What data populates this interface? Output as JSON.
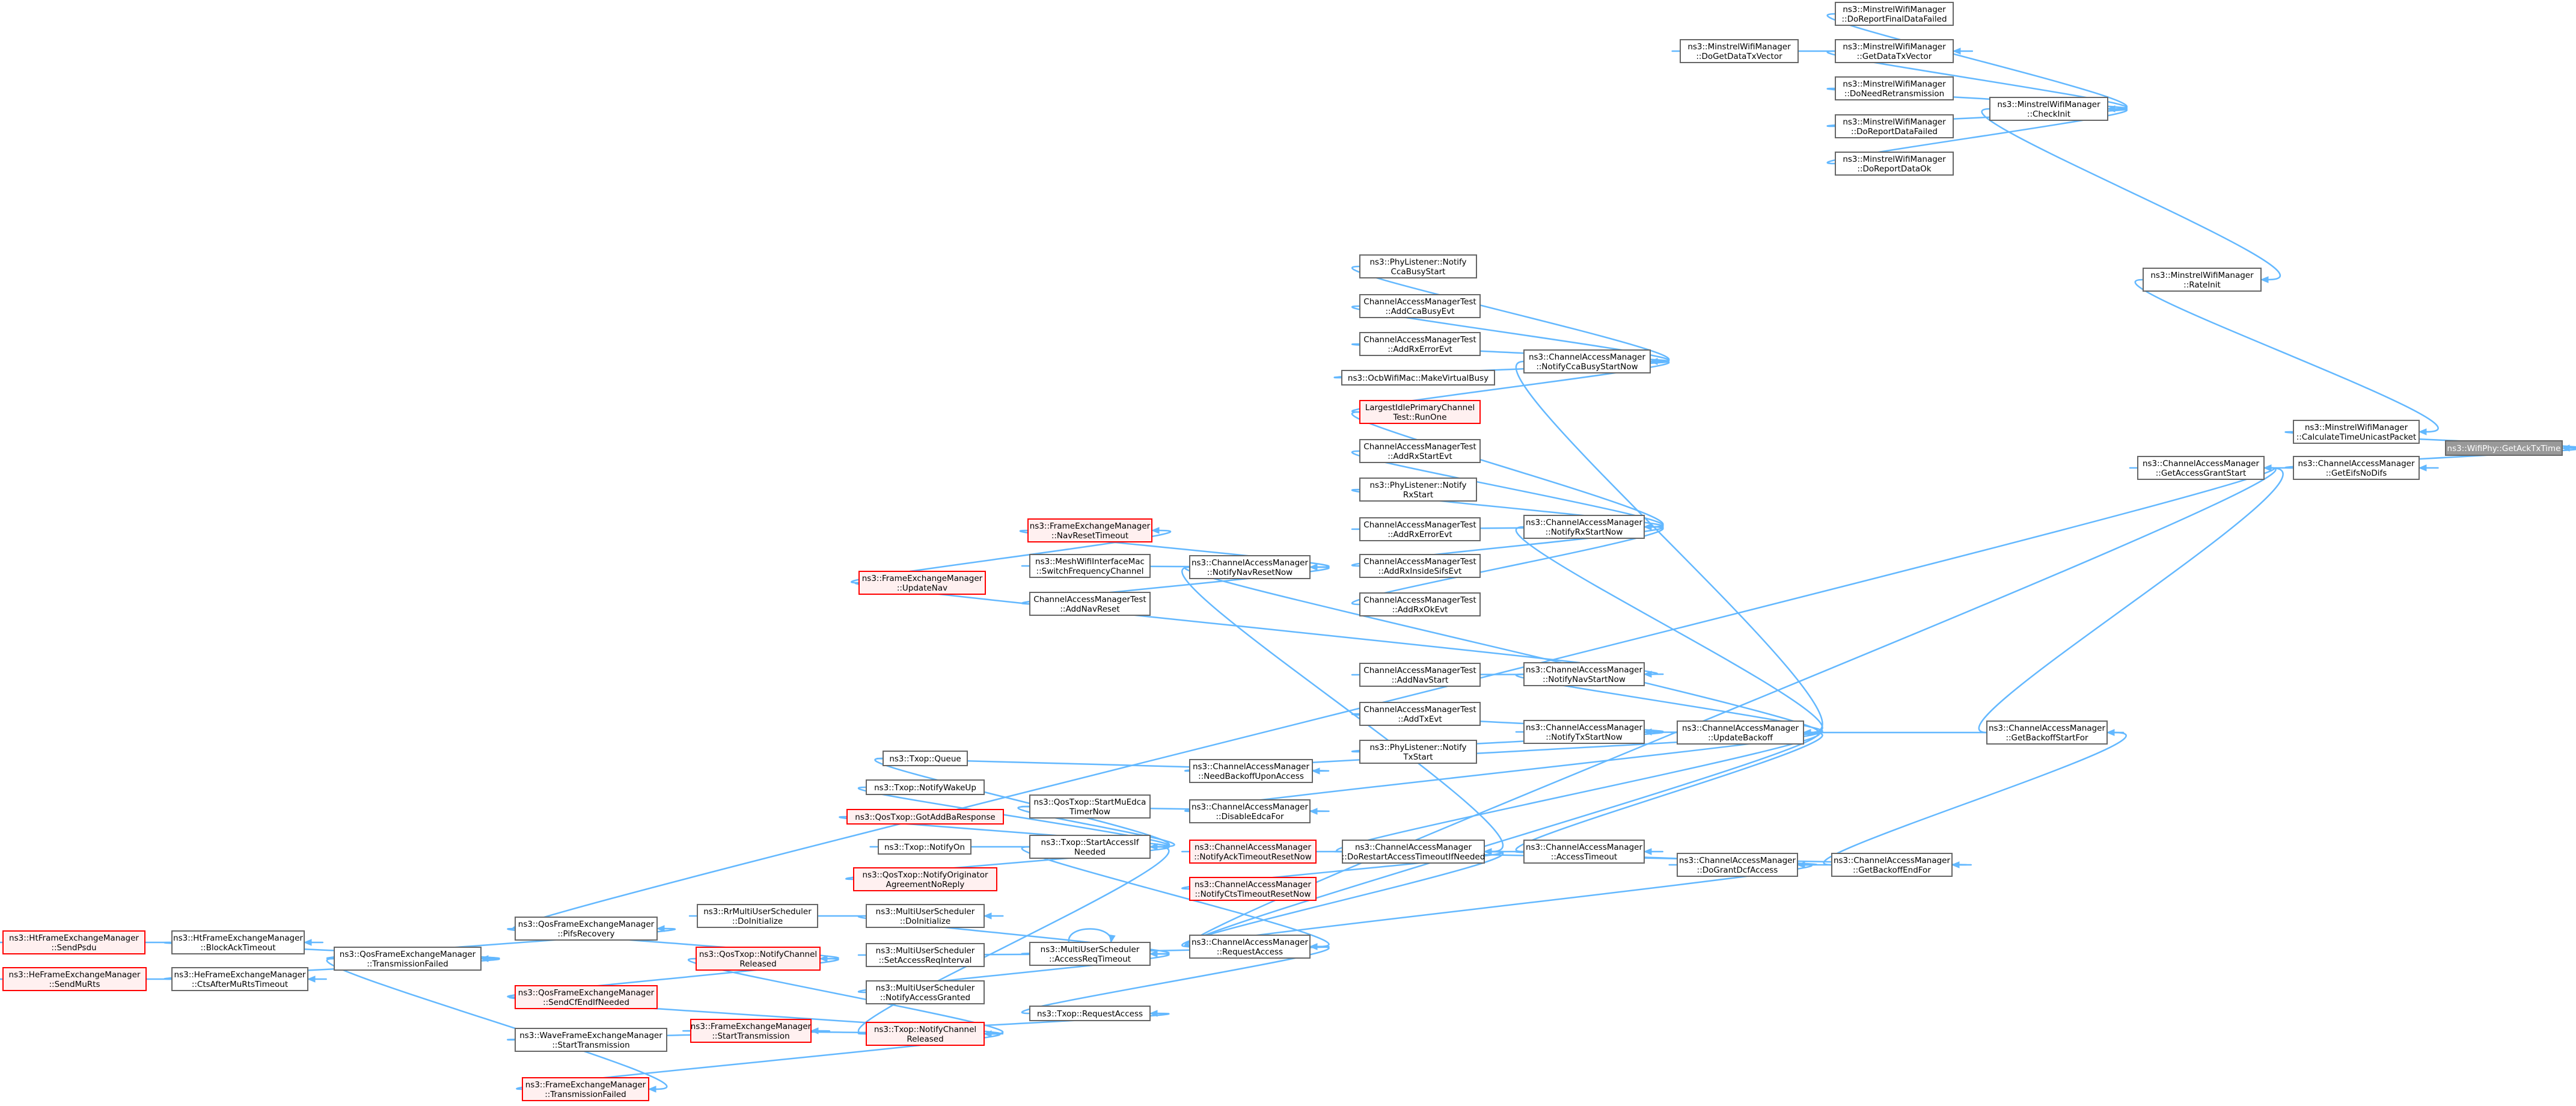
{
  "graph": {
    "title": "",
    "colors": {
      "edge": "#63b8ff",
      "node_border": "#666666",
      "red_border": "#ff0000",
      "red_fill": "#fff0f0",
      "focus_fill": "#999999"
    },
    "nodes": [
      {
        "id": "getacktxtime",
        "lines": [
          "ns3::WifiPhy::GetAckTxTime"
        ],
        "style": "focus"
      },
      {
        "id": "calctimeunicast",
        "lines": [
          "ns3::MinstrelWifiManager",
          "::CalculateTimeUnicastPacket"
        ],
        "style": "normal"
      },
      {
        "id": "geteifsnodifs",
        "lines": [
          "ns3::ChannelAccessManager",
          "::GetEifsNoDifs"
        ],
        "style": "normal"
      },
      {
        "id": "rateinit",
        "lines": [
          "ns3::MinstrelWifiManager",
          "::RateInit"
        ],
        "style": "normal"
      },
      {
        "id": "checkinit",
        "lines": [
          "ns3::MinstrelWifiManager",
          "::CheckInit"
        ],
        "style": "normal"
      },
      {
        "id": "doreportfinal",
        "lines": [
          "ns3::MinstrelWifiManager",
          "::DoReportFinalDataFailed"
        ],
        "style": "normal"
      },
      {
        "id": "getdatatxvec",
        "lines": [
          "ns3::MinstrelWifiManager",
          "::GetDataTxVector"
        ],
        "style": "normal"
      },
      {
        "id": "dogetdatatxvec",
        "lines": [
          "ns3::MinstrelWifiManager",
          "::DoGetDataTxVector"
        ],
        "style": "normal"
      },
      {
        "id": "doneedretx",
        "lines": [
          "ns3::MinstrelWifiManager",
          "::DoNeedRetransmission"
        ],
        "style": "normal"
      },
      {
        "id": "doreportdatafailed",
        "lines": [
          "ns3::MinstrelWifiManager",
          "::DoReportDataFailed"
        ],
        "style": "normal"
      },
      {
        "id": "doreportdataok",
        "lines": [
          "ns3::MinstrelWifiManager",
          "::DoReportDataOk"
        ],
        "style": "normal"
      },
      {
        "id": "getaccessgrantstart",
        "lines": [
          "ns3::ChannelAccessManager",
          "::GetAccessGrantStart"
        ],
        "style": "normal"
      },
      {
        "id": "getbackoffstartfor",
        "lines": [
          "ns3::ChannelAccessManager",
          "::GetBackoffStartFor"
        ],
        "style": "normal"
      },
      {
        "id": "getbackoffendfor",
        "lines": [
          "ns3::ChannelAccessManager",
          "::GetBackoffEndFor"
        ],
        "style": "normal"
      },
      {
        "id": "updatebackoff",
        "lines": [
          "ns3::ChannelAccessManager",
          "::UpdateBackoff"
        ],
        "style": "normal"
      },
      {
        "id": "dograntdcf",
        "lines": [
          "ns3::ChannelAccessManager",
          "::DoGrantDcfAccess"
        ],
        "style": "normal"
      },
      {
        "id": "accesstimeout",
        "lines": [
          "ns3::ChannelAccessManager",
          "::AccessTimeout"
        ],
        "style": "normal"
      },
      {
        "id": "dorestart",
        "lines": [
          "ns3::ChannelAccessManager",
          "::DoRestartAccessTimeoutIfNeeded"
        ],
        "style": "normal"
      },
      {
        "id": "requestaccess",
        "lines": [
          "ns3::ChannelAccessManager",
          "::RequestAccess"
        ],
        "style": "normal"
      },
      {
        "id": "notifyccabusy",
        "lines": [
          "ns3::ChannelAccessManager",
          "::NotifyCcaBusyStartNow"
        ],
        "style": "normal"
      },
      {
        "id": "notifyrxstart",
        "lines": [
          "ns3::ChannelAccessManager",
          "::NotifyRxStartNow"
        ],
        "style": "normal"
      },
      {
        "id": "notifynavstart",
        "lines": [
          "ns3::ChannelAccessManager",
          "::NotifyNavStartNow"
        ],
        "style": "normal"
      },
      {
        "id": "notifytxstart",
        "lines": [
          "ns3::ChannelAccessManager",
          "::NotifyTxStartNow"
        ],
        "style": "normal"
      },
      {
        "id": "needbackoff",
        "lines": [
          "ns3::ChannelAccessManager",
          "::NeedBackoffUponAccess"
        ],
        "style": "normal"
      },
      {
        "id": "disableedca",
        "lines": [
          "ns3::ChannelAccessManager",
          "::DisableEdcaFor"
        ],
        "style": "normal"
      },
      {
        "id": "notifynavreset",
        "lines": [
          "ns3::ChannelAccessManager",
          "::NotifyNavResetNow"
        ],
        "style": "normal"
      },
      {
        "id": "phyccabusy",
        "lines": [
          "ns3::PhyListener::Notify",
          "CcaBusyStart"
        ],
        "style": "normal"
      },
      {
        "id": "testaddccabusy",
        "lines": [
          "ChannelAccessManagerTest",
          "::AddCcaBusyEvt"
        ],
        "style": "normal"
      },
      {
        "id": "testaddrxerr1",
        "lines": [
          "ChannelAccessManagerTest",
          "::AddRxErrorEvt"
        ],
        "style": "normal"
      },
      {
        "id": "ocbmakevirtbusy",
        "lines": [
          "ns3::OcbWifiMac::MakeVirtualBusy"
        ],
        "style": "normal"
      },
      {
        "id": "largestidle",
        "lines": [
          "LargestIdlePrimaryChannel",
          "Test::RunOne"
        ],
        "style": "red"
      },
      {
        "id": "testaddrxstart",
        "lines": [
          "ChannelAccessManagerTest",
          "::AddRxStartEvt"
        ],
        "style": "normal"
      },
      {
        "id": "phyrxstart",
        "lines": [
          "ns3::PhyListener::Notify",
          "RxStart"
        ],
        "style": "normal"
      },
      {
        "id": "testaddrxerr2",
        "lines": [
          "ChannelAccessManagerTest",
          "::AddRxErrorEvt"
        ],
        "style": "normal"
      },
      {
        "id": "testaddrxinside",
        "lines": [
          "ChannelAccessManagerTest",
          "::AddRxInsideSifsEvt"
        ],
        "style": "normal"
      },
      {
        "id": "testaddrxok",
        "lines": [
          "ChannelAccessManagerTest",
          "::AddRxOkEvt"
        ],
        "style": "normal"
      },
      {
        "id": "testaddnavstart",
        "lines": [
          "ChannelAccessManagerTest",
          "::AddNavStart"
        ],
        "style": "normal"
      },
      {
        "id": "testaddtx",
        "lines": [
          "ChannelAccessManagerTest",
          "::AddTxEvt"
        ],
        "style": "normal"
      },
      {
        "id": "phytxstart",
        "lines": [
          "ns3::PhyListener::Notify",
          "TxStart"
        ],
        "style": "normal"
      },
      {
        "id": "femnavreset",
        "lines": [
          "ns3::FrameExchangeManager",
          "::NavResetTimeout"
        ],
        "style": "red"
      },
      {
        "id": "meshswitch",
        "lines": [
          "ns3::MeshWifiInterfaceMac",
          "::SwitchFrequencyChannel"
        ],
        "style": "normal"
      },
      {
        "id": "testaddnavreset",
        "lines": [
          "ChannelAccessManagerTest",
          "::AddNavReset"
        ],
        "style": "normal"
      },
      {
        "id": "femupdatenav",
        "lines": [
          "ns3::FrameExchangeManager",
          "::UpdateNav"
        ],
        "style": "red"
      },
      {
        "id": "notifyacktimeout",
        "lines": [
          "ns3::ChannelAccessManager",
          "::NotifyAckTimeoutResetNow"
        ],
        "style": "red"
      },
      {
        "id": "notifyctstimeout",
        "lines": [
          "ns3::ChannelAccessManager",
          "::NotifyCtsTimeoutResetNow"
        ],
        "style": "red"
      },
      {
        "id": "txopqueue",
        "lines": [
          "ns3::Txop::Queue"
        ],
        "style": "normal"
      },
      {
        "id": "txopnotifywake",
        "lines": [
          "ns3::Txop::NotifyWakeUp"
        ],
        "style": "normal"
      },
      {
        "id": "qosstartmuedca",
        "lines": [
          "ns3::QosTxop::StartMuEdca",
          "TimerNow"
        ],
        "style": "normal"
      },
      {
        "id": "qosgotaddba",
        "lines": [
          "ns3::QosTxop::GotAddBaResponse"
        ],
        "style": "red"
      },
      {
        "id": "txopnotifyon",
        "lines": [
          "ns3::Txop::NotifyOn"
        ],
        "style": "normal"
      },
      {
        "id": "txopstartaccess",
        "lines": [
          "ns3::Txop::StartAccessIf",
          "Needed"
        ],
        "style": "normal"
      },
      {
        "id": "qosnotifyorig",
        "lines": [
          "ns3::QosTxop::NotifyOriginator",
          "AgreementNoReply"
        ],
        "style": "red"
      },
      {
        "id": "rrmudoinit",
        "lines": [
          "ns3::RrMultiUserScheduler",
          "::DoInitialize"
        ],
        "style": "normal"
      },
      {
        "id": "mudoinit",
        "lines": [
          "ns3::MultiUserScheduler",
          "::DoInitialize"
        ],
        "style": "normal"
      },
      {
        "id": "musetaccessint",
        "lines": [
          "ns3::MultiUserScheduler",
          "::SetAccessReqInterval"
        ],
        "style": "normal"
      },
      {
        "id": "munotifygranted",
        "lines": [
          "ns3::MultiUserScheduler",
          "::NotifyAccessGranted"
        ],
        "style": "normal"
      },
      {
        "id": "muaccessreqtimeout",
        "lines": [
          "ns3::MultiUserScheduler",
          "::AccessReqTimeout"
        ],
        "style": "normal"
      },
      {
        "id": "txoprequestaccess",
        "lines": [
          "ns3::Txop::RequestAccess"
        ],
        "style": "normal"
      },
      {
        "id": "qosfempifs",
        "lines": [
          "ns3::QosFrameExchangeManager",
          "::PifsRecovery"
        ],
        "style": "normal"
      },
      {
        "id": "qosnotifychanrel",
        "lines": [
          "ns3::QosTxop::NotifyChannel",
          "Released"
        ],
        "style": "red"
      },
      {
        "id": "qosfemsendcf",
        "lines": [
          "ns3::QosFrameExchangeManager",
          "::SendCfEndIfNeeded"
        ],
        "style": "red"
      },
      {
        "id": "wavefemstarttx",
        "lines": [
          "ns3::WaveFrameExchangeManager",
          "::StartTransmission"
        ],
        "style": "normal"
      },
      {
        "id": "femstarttx",
        "lines": [
          "ns3::FrameExchangeManager",
          "::StartTransmission"
        ],
        "style": "red"
      },
      {
        "id": "txopnotifychanrel",
        "lines": [
          "ns3::Txop::NotifyChannel",
          "Released"
        ],
        "style": "red"
      },
      {
        "id": "femtxfailed",
        "lines": [
          "ns3::FrameExchangeManager",
          "::TransmissionFailed"
        ],
        "style": "red"
      },
      {
        "id": "qosfemtxfailed",
        "lines": [
          "ns3::QosFrameExchangeManager",
          "::TransmissionFailed"
        ],
        "style": "normal"
      },
      {
        "id": "htfemblockack",
        "lines": [
          "ns3::HtFrameExchangeManager",
          "::BlockAckTimeout"
        ],
        "style": "normal"
      },
      {
        "id": "hefemctsafter",
        "lines": [
          "ns3::HeFrameExchangeManager",
          "::CtsAfterMuRtsTimeout"
        ],
        "style": "normal"
      },
      {
        "id": "htfemsendpsdu",
        "lines": [
          "ns3::HtFrameExchangeManager",
          "::SendPsdu"
        ],
        "style": "red"
      },
      {
        "id": "hefemsendmurts",
        "lines": [
          "ns3::HeFrameExchangeManager",
          "::SendMuRts"
        ],
        "style": "red"
      }
    ],
    "edges": [
      [
        "calctimeunicast",
        "getacktxtime"
      ],
      [
        "geteifsnodifs",
        "getacktxtime"
      ],
      [
        "rateinit",
        "calctimeunicast"
      ],
      [
        "checkinit",
        "rateinit"
      ],
      [
        "doreportfinal",
        "checkinit"
      ],
      [
        "getdatatxvec",
        "checkinit"
      ],
      [
        "doneedretx",
        "checkinit"
      ],
      [
        "doreportdatafailed",
        "checkinit"
      ],
      [
        "doreportdataok",
        "checkinit"
      ],
      [
        "dogetdatatxvec",
        "getdatatxvec"
      ],
      [
        "getaccessgrantstart",
        "geteifsnodifs"
      ],
      [
        "getbackoffstartfor",
        "getaccessgrantstart"
      ],
      [
        "requestaccess",
        "getaccessgrantstart"
      ],
      [
        "qosfempifs",
        "getaccessgrantstart"
      ],
      [
        "getbackoffendfor",
        "getbackoffstartfor"
      ],
      [
        "updatebackoff",
        "getbackoffstartfor"
      ],
      [
        "dograntdcf",
        "getbackoffendfor"
      ],
      [
        "dorestart",
        "getbackoffendfor"
      ],
      [
        "accesstimeout",
        "dograntdcf"
      ],
      [
        "requestaccess",
        "dograntdcf"
      ],
      [
        "dorestart",
        "updatebackoff"
      ],
      [
        "notifyccabusy",
        "updatebackoff"
      ],
      [
        "notifyrxstart",
        "updatebackoff"
      ],
      [
        "notifynavstart",
        "updatebackoff"
      ],
      [
        "notifytxstart",
        "updatebackoff"
      ],
      [
        "needbackoff",
        "updatebackoff"
      ],
      [
        "disableedca",
        "updatebackoff"
      ],
      [
        "accesstimeout",
        "updatebackoff"
      ],
      [
        "requestaccess",
        "updatebackoff"
      ],
      [
        "notifynavreset",
        "updatebackoff"
      ],
      [
        "dorestart",
        "accesstimeout"
      ],
      [
        "notifyacktimeout",
        "dorestart"
      ],
      [
        "notifyctstimeout",
        "dorestart"
      ],
      [
        "requestaccess",
        "dorestart"
      ],
      [
        "notifynavreset",
        "dorestart"
      ],
      [
        "phyccabusy",
        "notifyccabusy"
      ],
      [
        "testaddccabusy",
        "notifyccabusy"
      ],
      [
        "testaddrxerr1",
        "notifyccabusy"
      ],
      [
        "ocbmakevirtbusy",
        "notifyccabusy"
      ],
      [
        "largestidle",
        "notifyccabusy"
      ],
      [
        "testaddrxstart",
        "notifyrxstart"
      ],
      [
        "phyrxstart",
        "notifyrxstart"
      ],
      [
        "testaddrxerr2",
        "notifyrxstart"
      ],
      [
        "testaddrxinside",
        "notifyrxstart"
      ],
      [
        "testaddrxok",
        "notifyrxstart"
      ],
      [
        "largestidle",
        "notifyrxstart"
      ],
      [
        "testaddnavstart",
        "notifynavstart"
      ],
      [
        "femupdatenav",
        "notifynavstart"
      ],
      [
        "testaddtx",
        "notifytxstart"
      ],
      [
        "phytxstart",
        "notifytxstart"
      ],
      [
        "txopqueue",
        "needbackoff"
      ],
      [
        "qosstartmuedca",
        "disableedca"
      ],
      [
        "femnavreset",
        "notifynavreset"
      ],
      [
        "meshswitch",
        "notifynavreset"
      ],
      [
        "testaddnavreset",
        "notifynavreset"
      ],
      [
        "femupdatenav",
        "femnavreset"
      ],
      [
        "txoprequestaccess",
        "requestaccess"
      ],
      [
        "muaccessreqtimeout",
        "requestaccess"
      ],
      [
        "txopstartaccess",
        "requestaccess"
      ],
      [
        "txopqueue",
        "txopstartaccess"
      ],
      [
        "txopnotifywake",
        "txopstartaccess"
      ],
      [
        "qosstartmuedca",
        "txopstartaccess"
      ],
      [
        "qosgotaddba",
        "txopstartaccess"
      ],
      [
        "txopnotifyon",
        "txopstartaccess"
      ],
      [
        "qosnotifyorig",
        "txopstartaccess"
      ],
      [
        "txopnotifychanrel",
        "txopstartaccess"
      ],
      [
        "mudoinit",
        "muaccessreqtimeout"
      ],
      [
        "musetaccessint",
        "muaccessreqtimeout"
      ],
      [
        "munotifygranted",
        "muaccessreqtimeout"
      ],
      [
        "muaccessreqtimeout",
        "muaccessreqtimeout"
      ],
      [
        "rrmudoinit",
        "mudoinit"
      ],
      [
        "txopnotifychanrel",
        "txoprequestaccess"
      ],
      [
        "qosnotifychanrel",
        "txopnotifychanrel"
      ],
      [
        "qosfemsendcf",
        "txopnotifychanrel"
      ],
      [
        "femstarttx",
        "txopnotifychanrel"
      ],
      [
        "femtxfailed",
        "txopnotifychanrel"
      ],
      [
        "wavefemstarttx",
        "femstarttx"
      ],
      [
        "qosfempifs",
        "qosnotifychanrel"
      ],
      [
        "qosfemsendcf",
        "qosnotifychanrel"
      ],
      [
        "qosfemtxfailed",
        "qosfempifs"
      ],
      [
        "qosfemtxfailed",
        "femtxfailed"
      ],
      [
        "htfemblockack",
        "qosfemtxfailed"
      ],
      [
        "hefemctsafter",
        "qosfemtxfailed"
      ],
      [
        "htfemsendpsdu",
        "htfemblockack"
      ],
      [
        "hefemsendmurts",
        "hefemctsafter"
      ]
    ]
  }
}
